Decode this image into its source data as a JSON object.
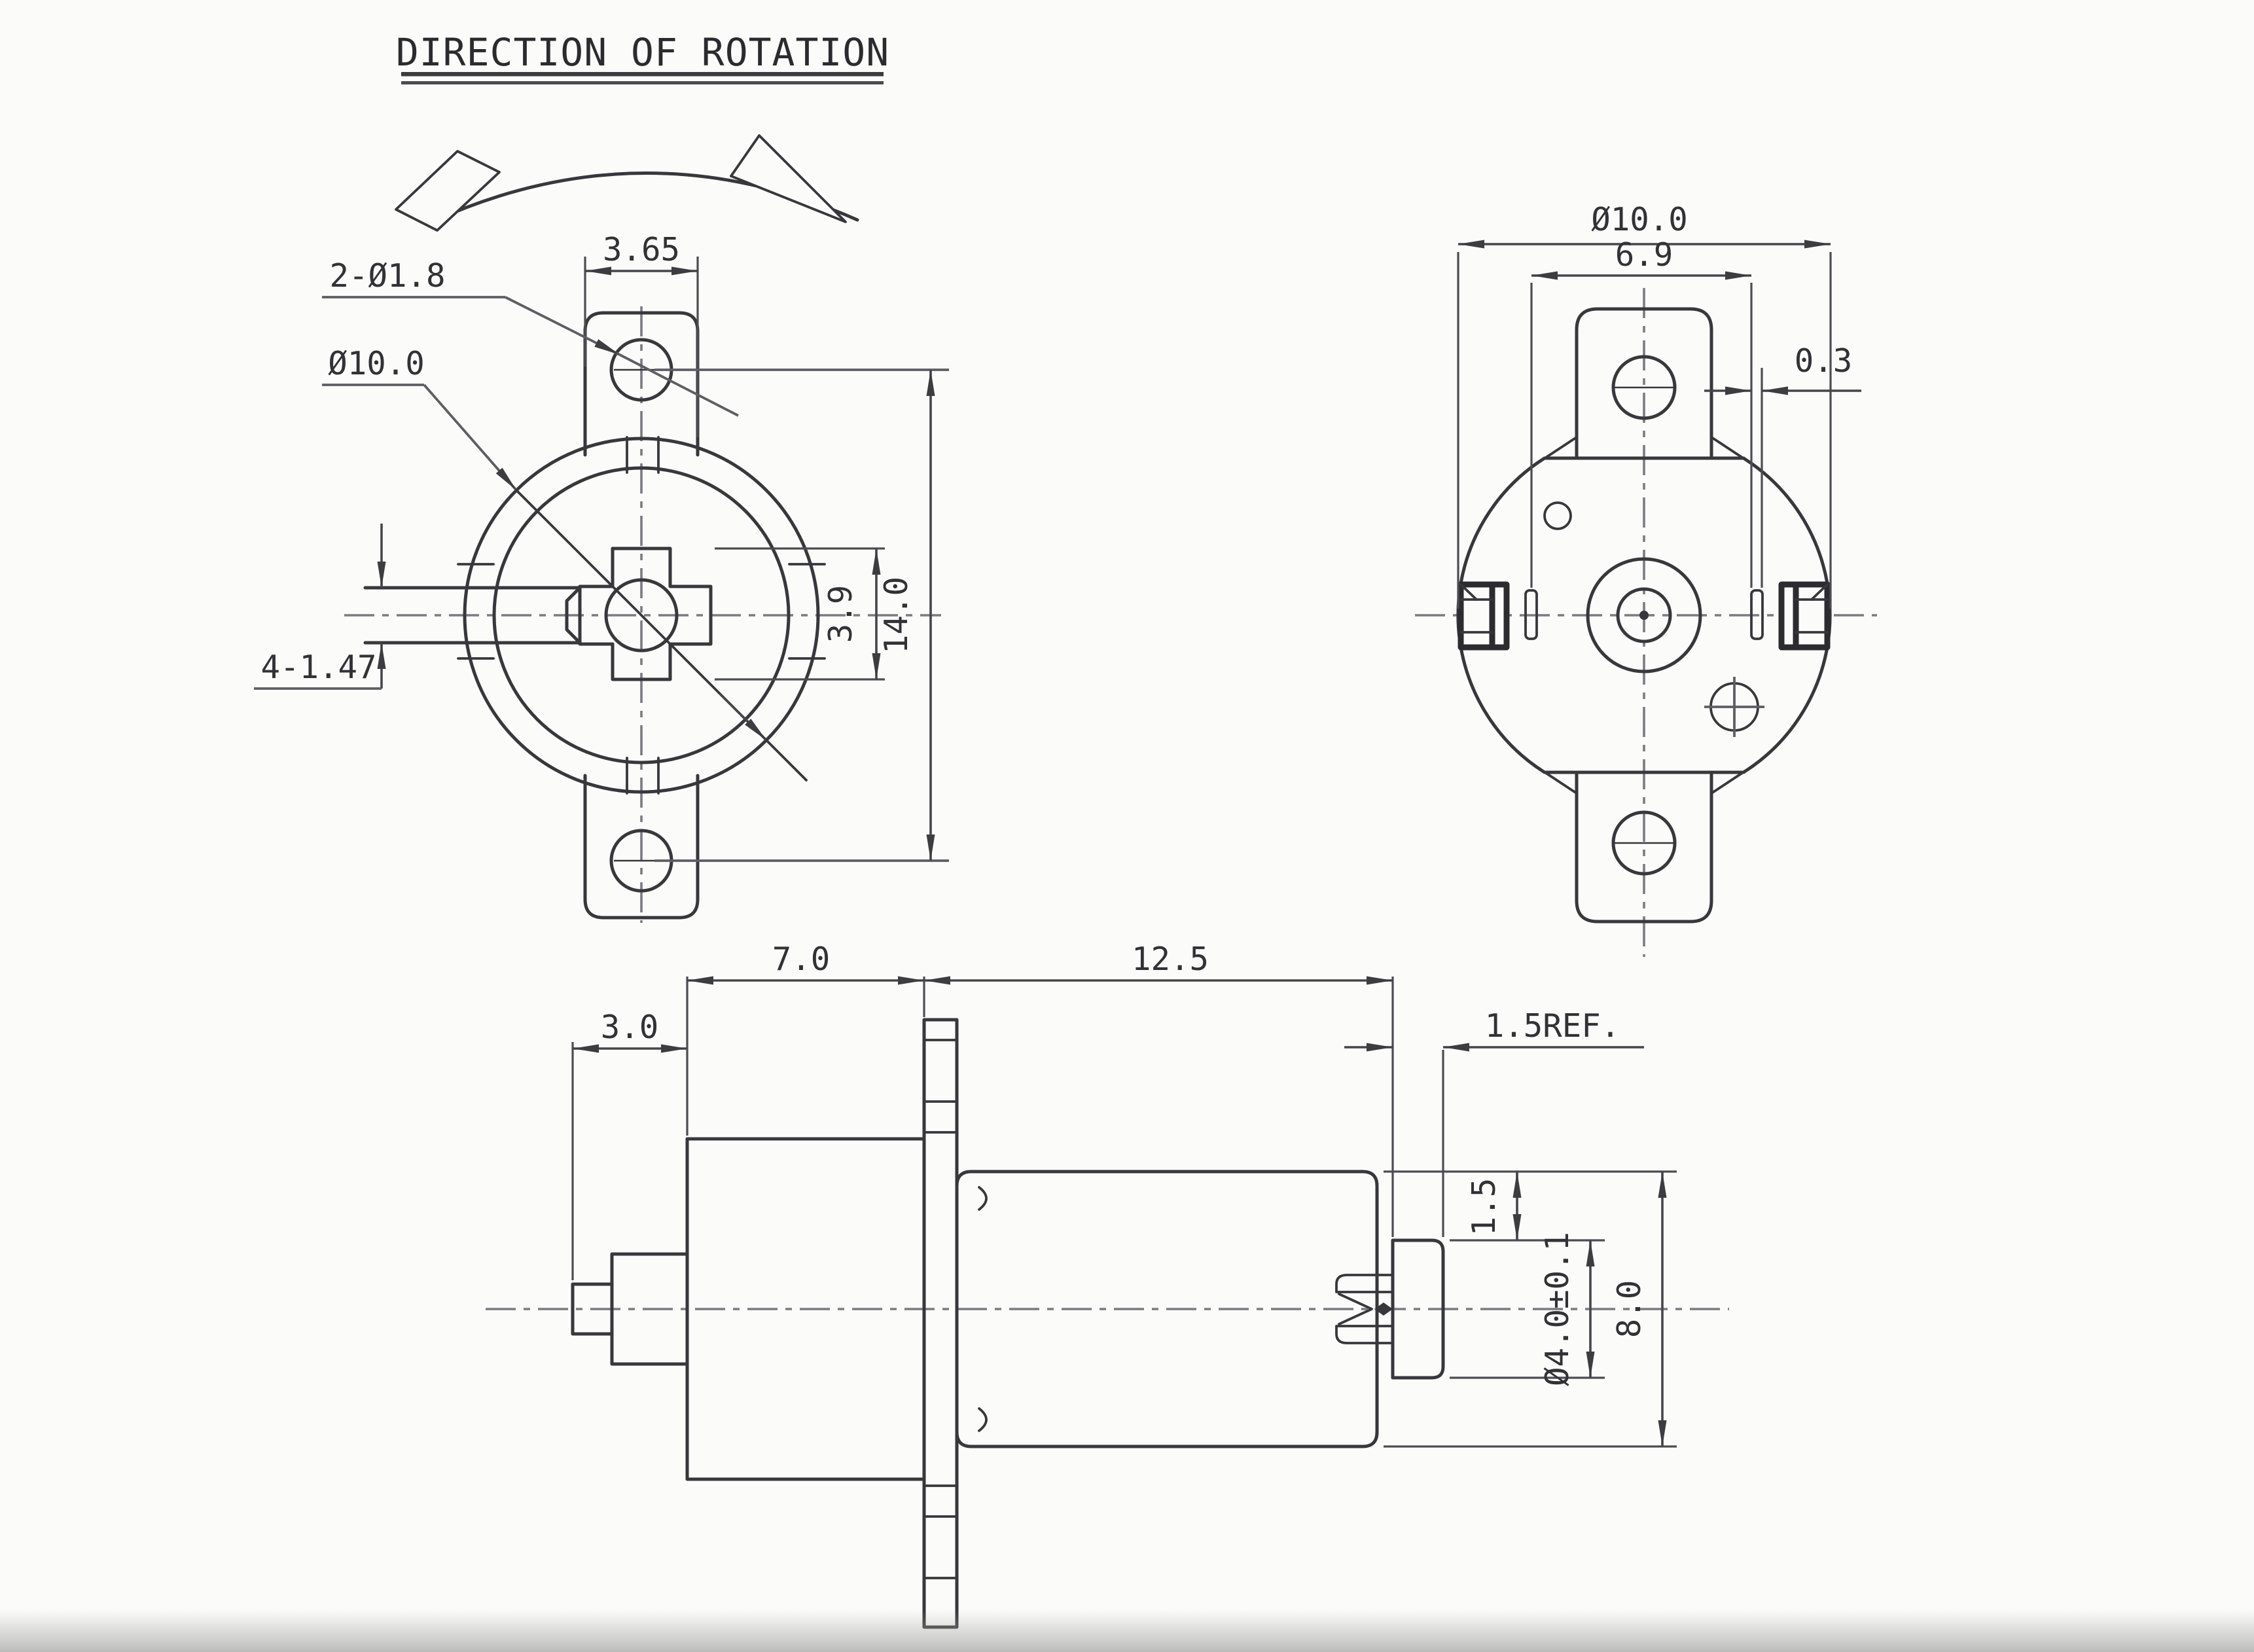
{
  "title": {
    "text": "DIRECTION OF ROTATION"
  },
  "front_view": {
    "tab_holes": "2-Ø1.8",
    "flange_diameter": "Ø10.0",
    "tab_width": "3.65",
    "hub_height": "3.9",
    "mount_hole_spacing": "14.0",
    "shaft_flats": "4-1.47"
  },
  "rear_view": {
    "body_diameter": "Ø10.0",
    "slot_spacing": "6.9",
    "slot_width": "0.3"
  },
  "side_view": {
    "shaft_length": "3.0",
    "gearbox_length": "7.0",
    "motor_length": "12.5",
    "rear_boss_length": "1.5REF.",
    "rear_offset": "1.5",
    "rear_shaft_diameter": "Ø4.0±0.1",
    "motor_diameter": "8.0"
  },
  "colors": {
    "outline": "#37373c",
    "dimension": "#45454a",
    "centerline": "#7b7b82",
    "background": "#fbfbfa"
  }
}
